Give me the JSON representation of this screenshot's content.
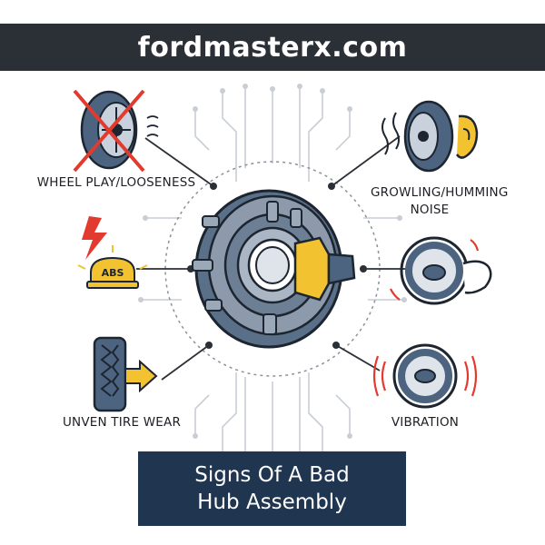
{
  "site": "fordmasterx.com",
  "title_lines": [
    "Signs Of A Bad",
    "Hub Assembly"
  ],
  "symptoms": [
    {
      "label": "WHEEL PLAY/LOOSENESS",
      "icon": "crossed-out-wheel-icon"
    },
    {
      "label": "GROWLING/HUMMING NOISE",
      "icon": "tire-with-ear-icon"
    },
    {
      "label": "ABS",
      "icon": "abs-warning-light-icon"
    },
    {
      "label": "",
      "icon": "hand-on-steering-wheel-icon"
    },
    {
      "label": "UNVEN TIRE WEAR",
      "icon": "tire-tread-arrow-icon"
    },
    {
      "label": "VIBRATION",
      "icon": "vibrating-steering-wheel-icon"
    }
  ],
  "colors": {
    "banner": "#2b2f36",
    "title_box": "#1f3550",
    "steel": "#4c6480",
    "accent_red": "#e23a2e",
    "accent_yellow": "#f2c230"
  }
}
